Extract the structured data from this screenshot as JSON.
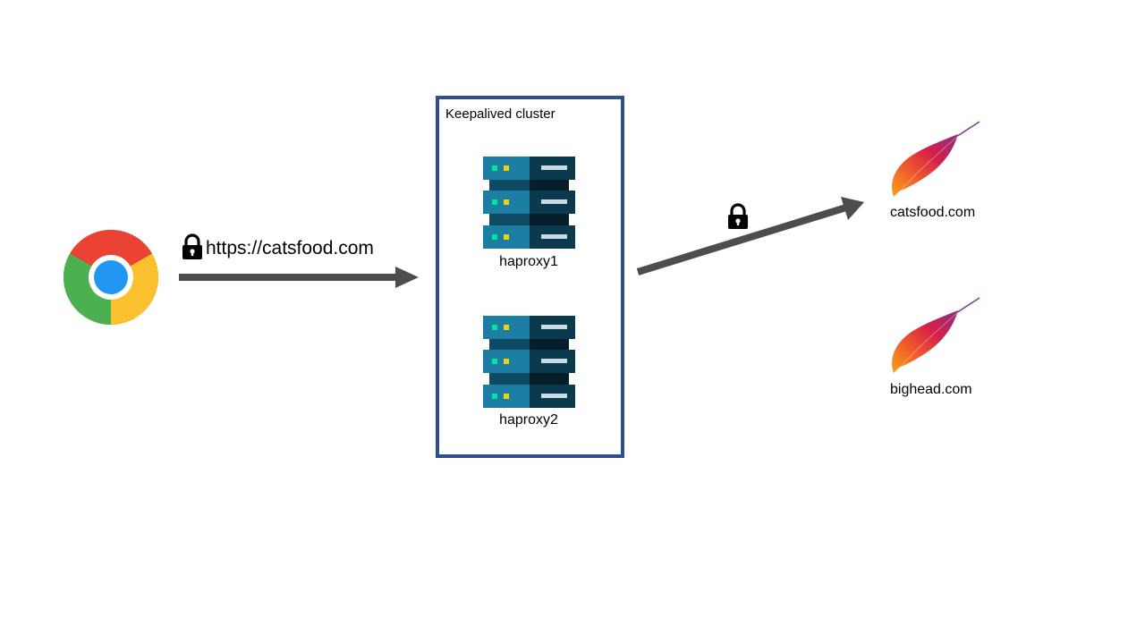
{
  "client": {
    "icon": "chrome-browser-icon",
    "url_label": "https://catsfood.com",
    "lock_icon": "lock-icon"
  },
  "cluster": {
    "title": "Keepalived cluster",
    "border_color": "#2f4f8a",
    "servers": [
      {
        "label": "haproxy1",
        "icon": "server-rack-icon"
      },
      {
        "label": "haproxy2",
        "icon": "server-rack-icon"
      }
    ]
  },
  "backend_link": {
    "lock_icon": "lock-icon"
  },
  "backends": [
    {
      "label": "catsfood.com",
      "icon": "apache-feather-icon"
    },
    {
      "label": "bighead.com",
      "icon": "apache-feather-icon"
    }
  ],
  "colors": {
    "arrow": "#4d4d4d",
    "server_light": "#1d7ea3",
    "server_dark": "#0b3a4f",
    "led_green": "#00e6a0",
    "led_yellow": "#f5d200"
  }
}
